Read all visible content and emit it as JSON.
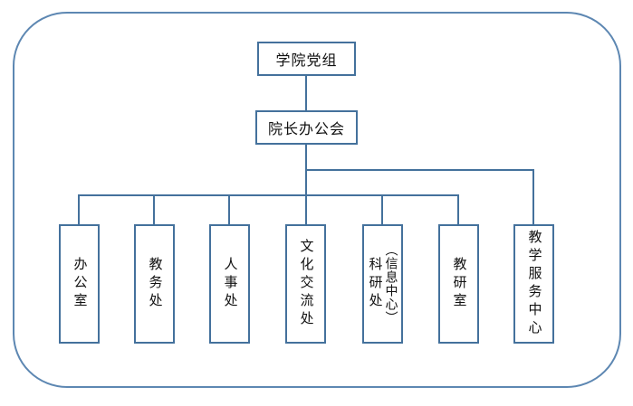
{
  "diagram": {
    "kind": "organization-chart",
    "root": {
      "label": "学院党组"
    },
    "level2": {
      "label": "院长办公会"
    },
    "departments": [
      {
        "id": "office",
        "label": "办公室"
      },
      {
        "id": "academic-affairs",
        "label": "教务处"
      },
      {
        "id": "personnel",
        "label": "人事处"
      },
      {
        "id": "cultural-exchange",
        "label": "文化交流处"
      },
      {
        "id": "research",
        "label": "科研处",
        "annotation": "（信息中心）"
      },
      {
        "id": "teaching-research",
        "label": "教研室"
      },
      {
        "id": "teaching-service",
        "label": "教学服务中心"
      }
    ],
    "colors": {
      "line": "#44719c",
      "box_border": "#44719c",
      "outer_border": "#5d87b2",
      "text": "#111111",
      "background": "#ffffff"
    }
  }
}
